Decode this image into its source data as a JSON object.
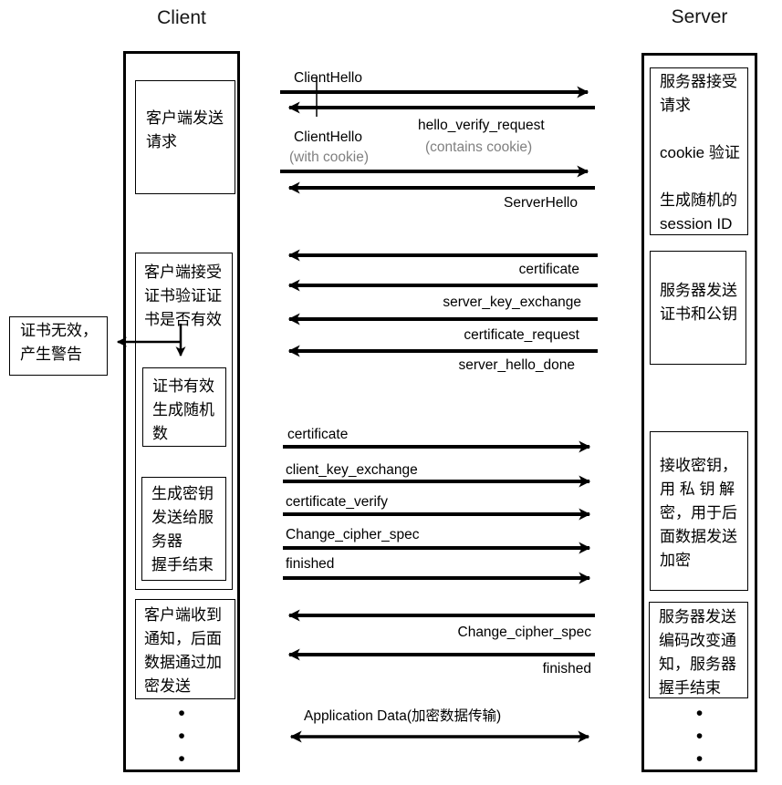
{
  "titles": {
    "client": "Client",
    "server": "Server"
  },
  "client_column": {
    "box_send_request": "客户端发送\n请求",
    "box_accept_cert": "客户端接受\n证书验证证\n书是否有效",
    "box_cert_valid": "证书有效\n生成随机\n数",
    "box_gen_key": "生成密钥\n发送给服\n务器\n握手结束",
    "box_notified": "客户端收到\n通知，后面\n数据通过加\n密发送",
    "ellipsis": "•\n•\n•"
  },
  "warning_box": {
    "text": "证书无效，\n产生警告"
  },
  "server_column": {
    "box_accept_request": "服务器接受\n请求\n\ncookie 验证\n\n生成随机的\nsession ID",
    "box_send_cert": "服务器发送\n证书和公钥",
    "box_recv_key": "接收密钥，\n用 私 钥 解\n密，用于后\n面数据发送\n加密",
    "box_change_cipher": "服务器发送\n编码改变通\n知，服务器\n握手结束",
    "ellipsis": "•\n•\n•"
  },
  "messages": {
    "client_hello_1": "ClientHello",
    "hello_verify_request": "hello_verify_request",
    "contains_cookie": "(contains cookie)",
    "client_hello_2": "ClientHello",
    "with_cookie": "(with cookie)",
    "server_hello": "ServerHello",
    "certificate_from_server": "certificate",
    "server_key_exchange": "server_key_exchange",
    "certificate_request": "certificate_request",
    "server_hello_done": "server_hello_done",
    "certificate_from_client": "certificate",
    "client_key_exchange": "client_key_exchange",
    "certificate_verify": "certificate_verify",
    "change_cipher_spec_client": "Change_cipher_spec",
    "finished_client": "finished",
    "change_cipher_spec_server": "Change_cipher_spec",
    "finished_server": "finished",
    "application_data": "Application Data(加密数据传输)"
  },
  "colors": {
    "line": "#000000",
    "muted_text": "#808080"
  }
}
